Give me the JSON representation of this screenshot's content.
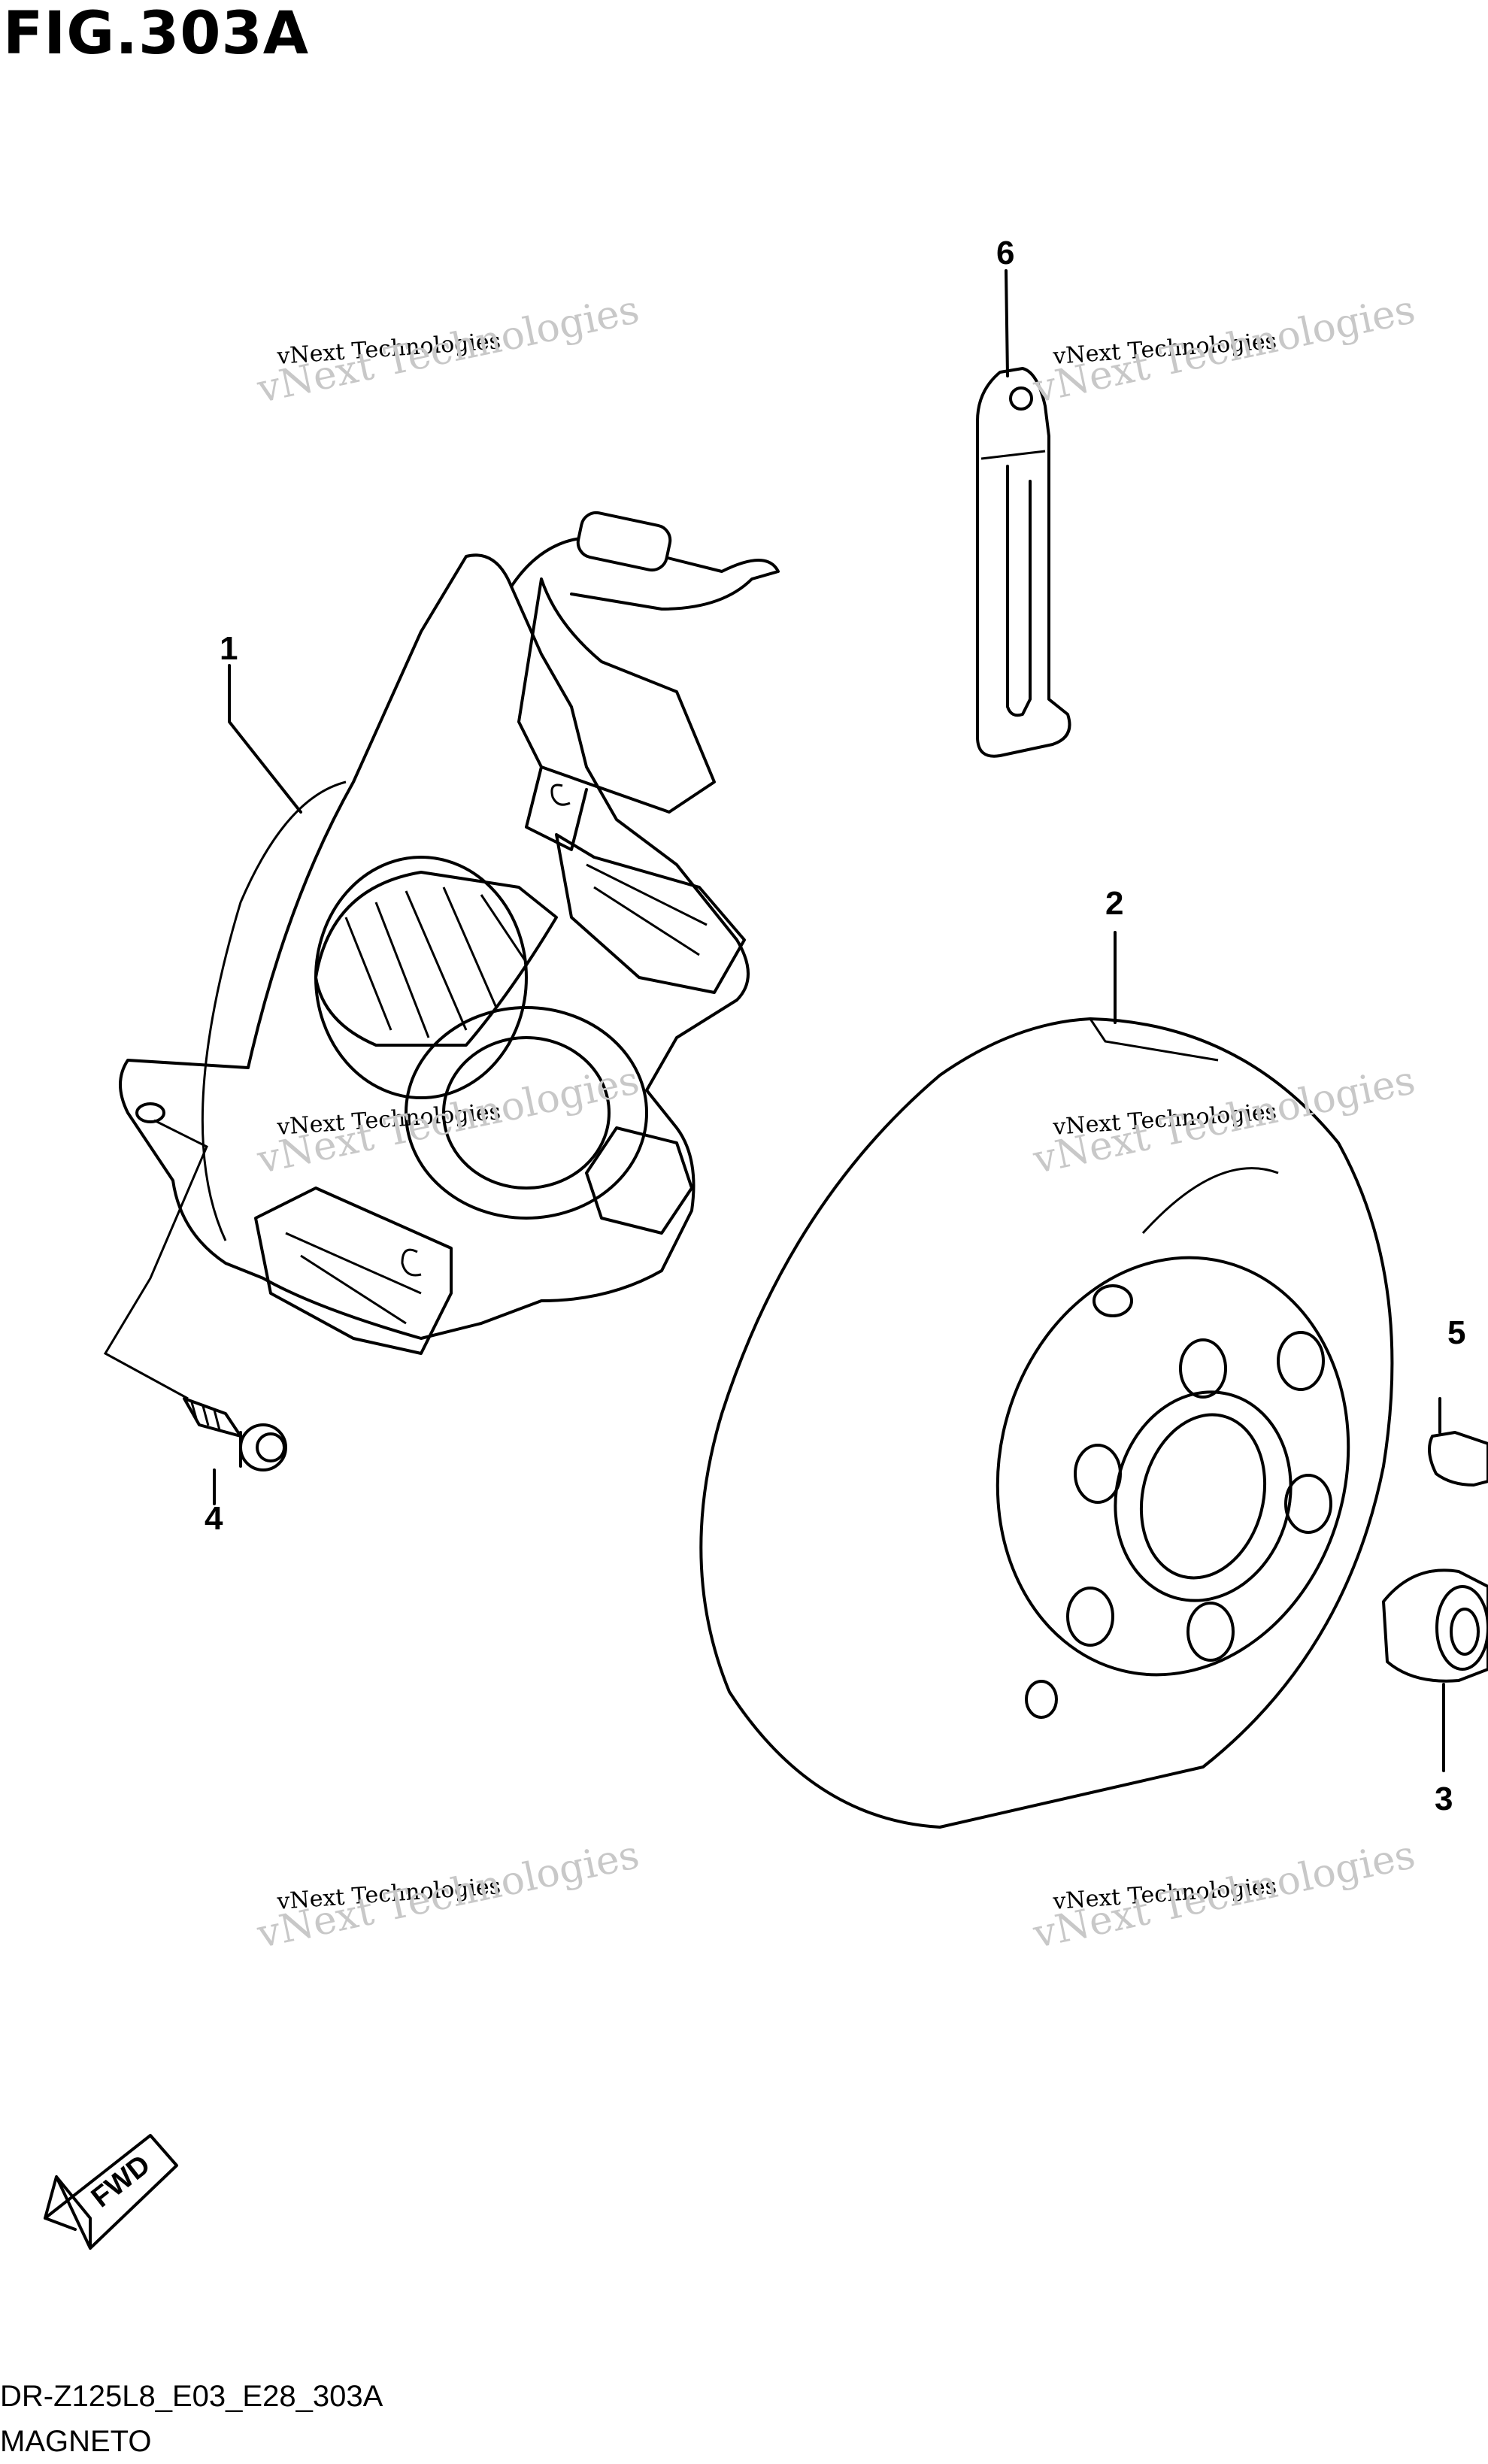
{
  "figure": {
    "title": "FIG.303A",
    "footer_code": "DR-Z125L8_E03_E28_303A",
    "footer_name": "MAGNETO"
  },
  "callouts": [
    "1",
    "2",
    "3",
    "4",
    "5",
    "6"
  ],
  "direction_badge": "FWD",
  "watermark": {
    "line1": "vNext Technologies",
    "line2": "vNext Technologies"
  }
}
